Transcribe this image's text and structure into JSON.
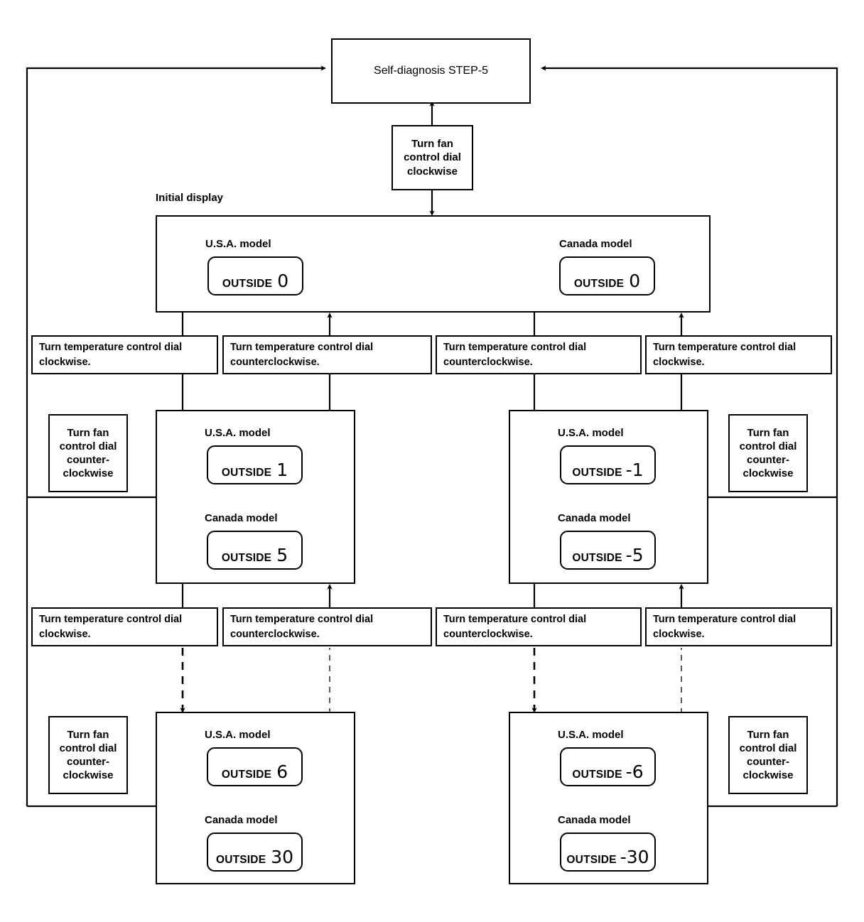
{
  "diagram": {
    "title": "Self-diagnosis STEP-5",
    "initial_display_label": "Initial display",
    "usa_model_label": "U.S.A. model",
    "canada_model_label": "Canada model",
    "readout_word": "OUTSIDE",
    "instructions": {
      "fan_cw": "Turn fan\ncontrol dial\nclockwise",
      "fan_ccw": "Turn fan\ncontrol dial\ncounter-\nclockwise",
      "temp_cw": "Turn temperature control dial\nclockwise.",
      "temp_ccw": "Turn temperature control dial\ncounterclockwise."
    },
    "states": {
      "initial": {
        "usa": "0",
        "canada": "0"
      },
      "step_pos1": {
        "usa": "1",
        "canada": "5"
      },
      "step_neg1": {
        "usa": "-1",
        "canada": "-5"
      },
      "step_pos6": {
        "usa": "6",
        "canada": "30"
      },
      "step_neg6": {
        "usa": "-6",
        "canada": "-30"
      }
    },
    "colors": {
      "stroke": "#000000",
      "background": "#ffffff"
    }
  }
}
